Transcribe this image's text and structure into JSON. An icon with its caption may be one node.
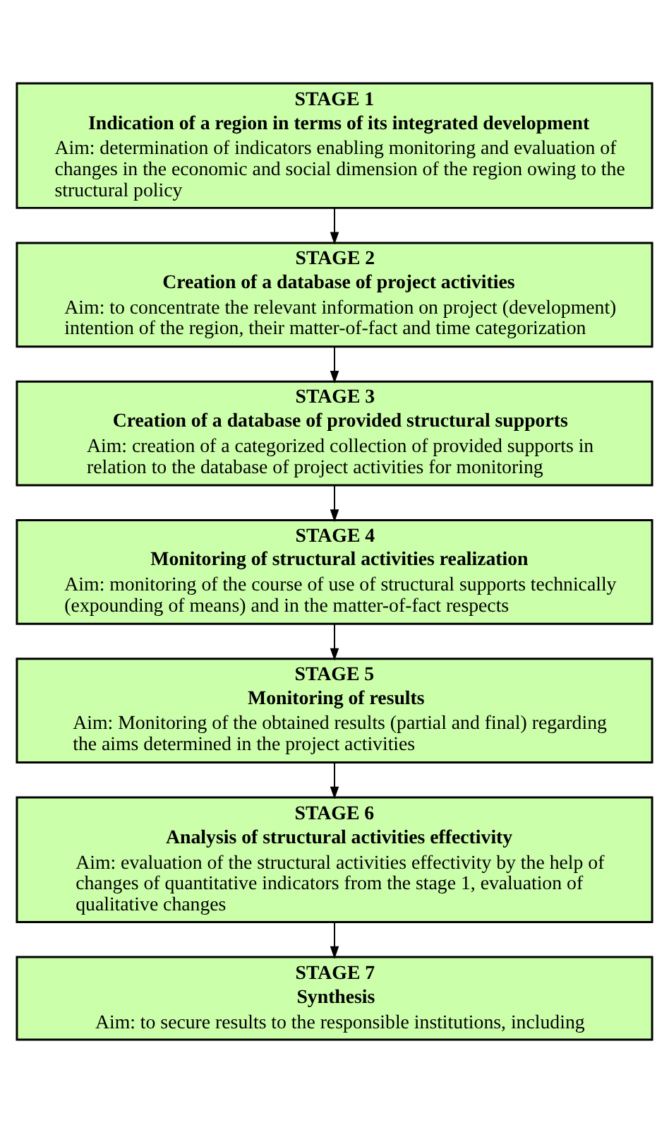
{
  "diagram": {
    "nodes": [
      {
        "text": [
          "STAGE 1",
          "Indication of a region in terms of its integrated development",
          "Aim: determination of indicators enabling monitoring and evaluation of changes in the economic and social dimension of the region owing to the structural policy"
        ]
      },
      {
        "text": [
          "STAGE 2",
          "Creation of a database of project activities",
          "Aim: to concentrate the relevant information on project (development) intention of the region, their matter-of-fact and time categorization"
        ]
      },
      {
        "text": [
          "STAGE 3",
          "Creation of a database of provided structural supports",
          "Aim: creation of a categorized collection of provided supports in relation to the database of project activities for monitoring"
        ]
      },
      {
        "text": [
          "STAGE 4",
          "Monitoring of structural activities realization",
          "Aim: monitoring of the course of use of structural supports technically (expounding of means) and in the matter-of-fact respects"
        ]
      },
      {
        "text": [
          "STAGE 5",
          "Monitoring of results",
          "Aim: Monitoring of the obtained results (partial and final) regarding the aims determined in the project activities"
        ]
      },
      {
        "text": [
          "STAGE 6",
          "Analysis of structural activities effectivity",
          "Aim: evaluation of the structural activities effectivity by the help of changes of quantitative indicators from the stage 1, evaluation of qualitative changes"
        ]
      },
      {
        "text": [
          "STAGE 7",
          "Synthesis",
          "Aim: to secure results to the responsible institutions, including"
        ]
      }
    ],
    "edges": [
      {
        "from": 0,
        "to": 1,
        "arrow": "to"
      },
      {
        "from": 1,
        "to": 2,
        "arrow": "to"
      },
      {
        "from": 2,
        "to": 3,
        "arrow": "to"
      },
      {
        "from": 3,
        "to": 4,
        "arrow": "to"
      },
      {
        "from": 4,
        "to": 5,
        "arrow": "to"
      },
      {
        "from": 5,
        "to": 6,
        "arrow": "to"
      }
    ]
  }
}
